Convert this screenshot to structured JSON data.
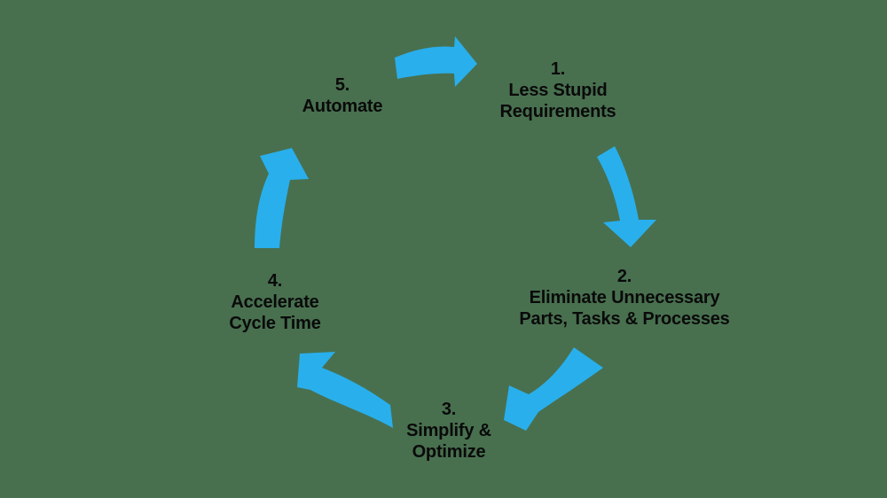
{
  "diagram": {
    "type": "cycle",
    "colors": {
      "background": "#48704F",
      "arrow": "#29AFEC",
      "text": "#0A0A0A"
    },
    "steps": [
      {
        "number": "1.",
        "lines": [
          "Less Stupid",
          "Requirements"
        ]
      },
      {
        "number": "2.",
        "lines": [
          "Eliminate Unnecessary",
          "Parts, Tasks & Processes"
        ]
      },
      {
        "number": "3.",
        "lines": [
          "Simplify &",
          "Optimize"
        ]
      },
      {
        "number": "4.",
        "lines": [
          "Accelerate",
          "Cycle Time"
        ]
      },
      {
        "number": "5.",
        "lines": [
          "Automate"
        ]
      }
    ],
    "arrows": [
      {
        "name": "arrow-5-to-1",
        "from": "5",
        "to": "1",
        "direction": "right"
      },
      {
        "name": "arrow-1-to-2",
        "from": "1",
        "to": "2",
        "direction": "down"
      },
      {
        "name": "arrow-2-to-3",
        "from": "2",
        "to": "3",
        "direction": "down-left"
      },
      {
        "name": "arrow-3-to-4",
        "from": "3",
        "to": "4",
        "direction": "up-left"
      },
      {
        "name": "arrow-4-to-5",
        "from": "4",
        "to": "5",
        "direction": "up"
      }
    ]
  }
}
